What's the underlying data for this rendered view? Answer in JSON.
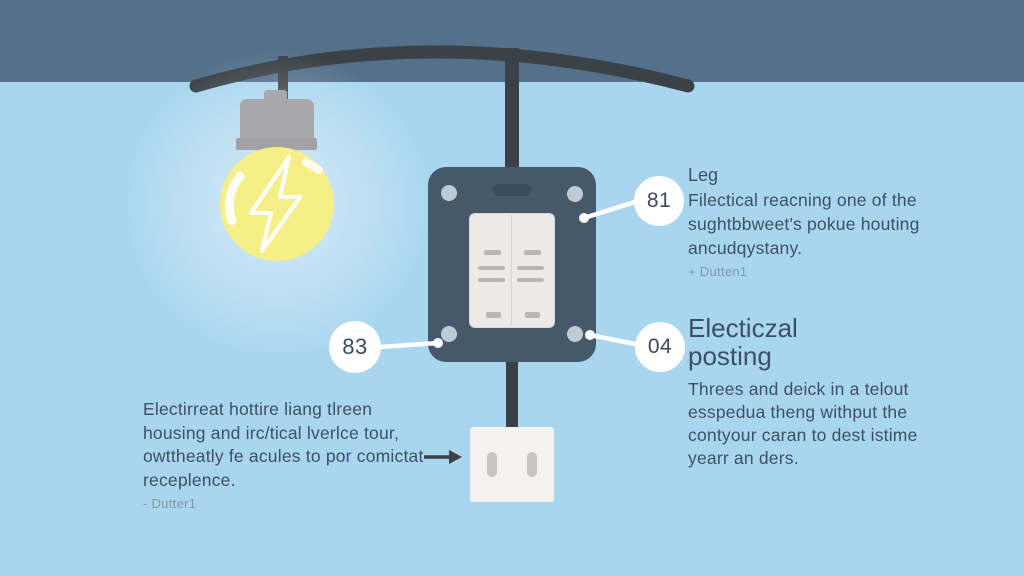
{
  "scene": {
    "description": "electrical wiring infographic with light bulb, switch panel and outlet"
  },
  "colors": {
    "top_band": "#54708a",
    "background": "#a9d6ef",
    "wire": "#3a4147",
    "bulb_glass": "#f6ee86",
    "socket_gray": "#a8a7ac",
    "panel_blue": "#46596b",
    "panel_screw": "#becbd4",
    "switch_plate": "#eceae7",
    "outlet_white": "#f3f2ee",
    "callout_circle": "#ffffff",
    "text_primary": "#3e5064",
    "text_muted": "#8297a9"
  },
  "icons": {
    "lightning_bolt": "lightning-bolt-icon (white outline inside bulb)",
    "arrow_right": "arrow-right-icon (dark arrow pointing to outlet)"
  },
  "callouts": {
    "right_top": {
      "number": "81",
      "label": "Leg",
      "lines": [
        "Filectical reacning one of the",
        "sughtbbweet's pokue houting",
        "ancudqystany."
      ],
      "footnote": "+ Dutten1"
    },
    "right_bottom": {
      "number": "04",
      "heading_lines": [
        "Electiczal",
        "posting"
      ],
      "lines": [
        "Threes and deick in a telout",
        "esspedua theng withput the",
        "contyour caran to dest istime",
        "yearr an ders."
      ]
    },
    "panel_left": {
      "number": "83"
    },
    "left_bottom": {
      "lines": [
        "Electirreat hottire liang tlreen",
        "housing and irc/tical lverlce tour,",
        "owttheatly fe acules to por comictat",
        "receplence."
      ],
      "footnote": "- Dutter1"
    }
  }
}
